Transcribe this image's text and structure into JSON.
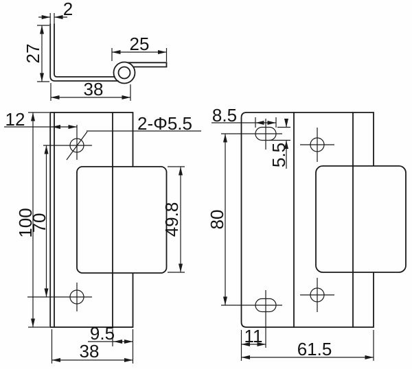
{
  "drawing": {
    "side": {
      "thickness": "2",
      "leg_height": "27",
      "tab_length": "25",
      "base_width": "38"
    },
    "front": {
      "hole_offset": "12",
      "hole_note": "2-Φ5.5",
      "overall_height": "100",
      "hole_pitch": "70",
      "latch_height": "49.8",
      "bend_offset": "9.5",
      "width": "38"
    },
    "right": {
      "slot_length": "8.5",
      "slot_width": "5.5",
      "slot_pitch": "80",
      "slot_offset": "11",
      "width": "61.5"
    },
    "colors": {
      "line": "#1a1a1a",
      "background": "#fefefe"
    }
  }
}
